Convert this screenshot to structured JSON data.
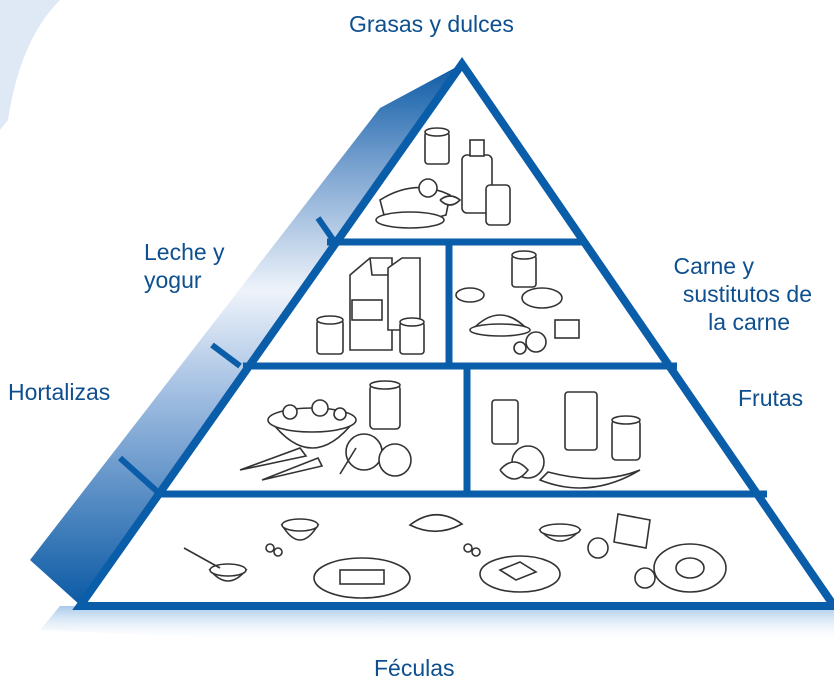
{
  "diagram": {
    "colors": {
      "outline": "#0a5da8",
      "label_text": "#0d4f8f",
      "side_light": "#eef3fa",
      "side_dark": "#0b5aa5",
      "corner_glow": "#cfdff0",
      "shadow": "#9ec3e6",
      "food_ink": "#333333"
    },
    "labels": {
      "top": "Grasas y dulces",
      "milk_line1": "Leche y",
      "milk_line2": "yogur",
      "meat_line1": "Carne y",
      "meat_line2": "sustitutos de",
      "meat_line3": "la carne",
      "vegetables": "Hortalizas",
      "fruits": "Frutas",
      "bottom": "Féculas"
    },
    "tiers": [
      {
        "name": "Grasas y dulces",
        "cells": 1
      },
      {
        "name": "Leche y yogur | Carne y sustitutos de la carne",
        "cells": 2
      },
      {
        "name": "Hortalizas | Frutas",
        "cells": 2
      },
      {
        "name": "Féculas",
        "cells": 1
      }
    ]
  }
}
